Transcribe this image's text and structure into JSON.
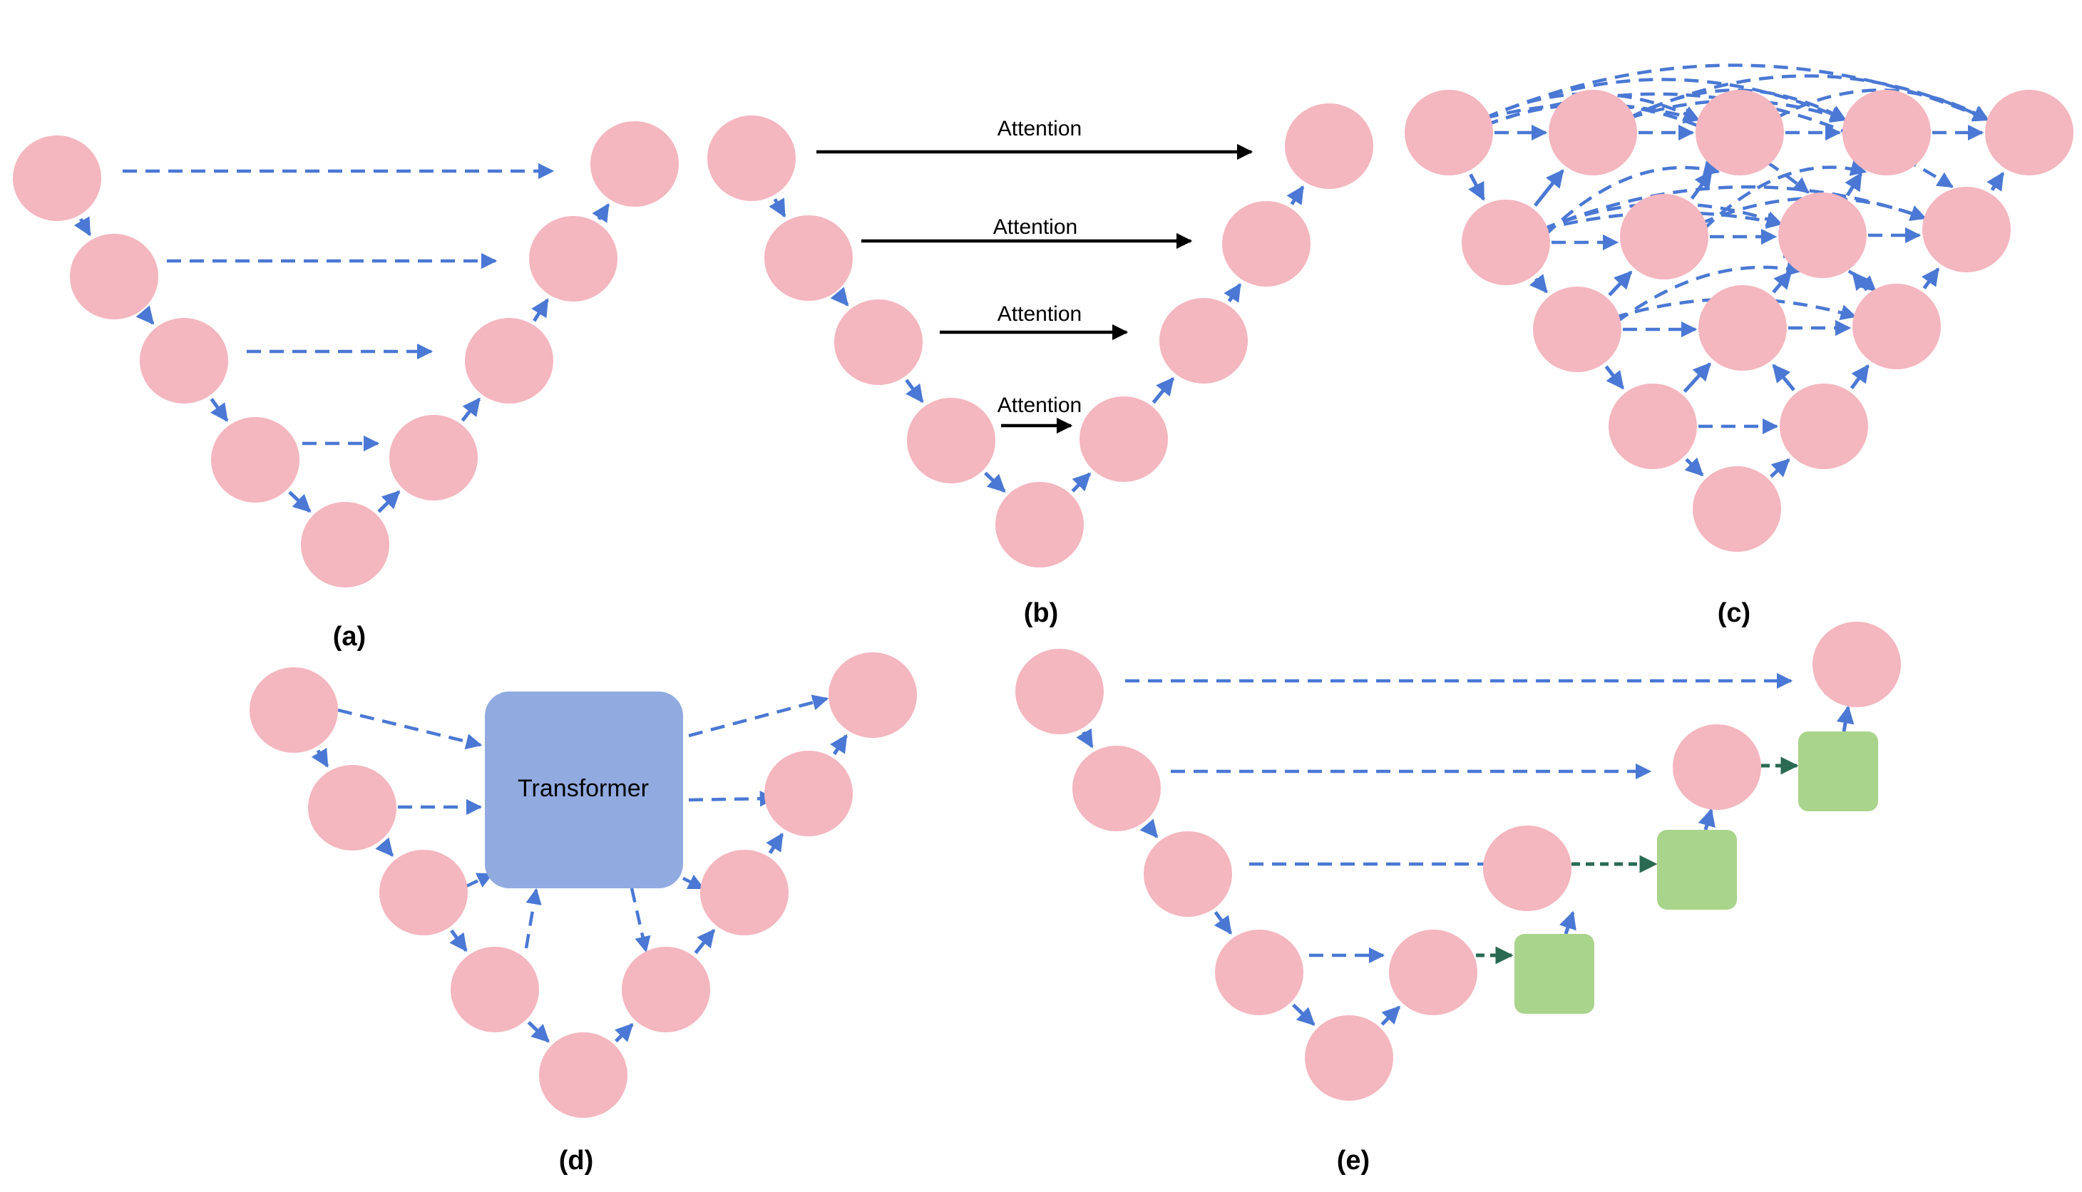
{
  "captions": {
    "a": "(a)",
    "b": "(b)",
    "c": "(c)",
    "d": "(d)",
    "e": "(e)"
  },
  "attention_labels": [
    "Attention",
    "Attention",
    "Attention",
    "Attention"
  ],
  "transformer_label": "Transformer",
  "colors": {
    "node": "#f4b6bf",
    "edge": "#4a78d4",
    "transformer": "#91abe0",
    "block": "#a9d48c",
    "block_edge": "#2a6a52"
  }
}
